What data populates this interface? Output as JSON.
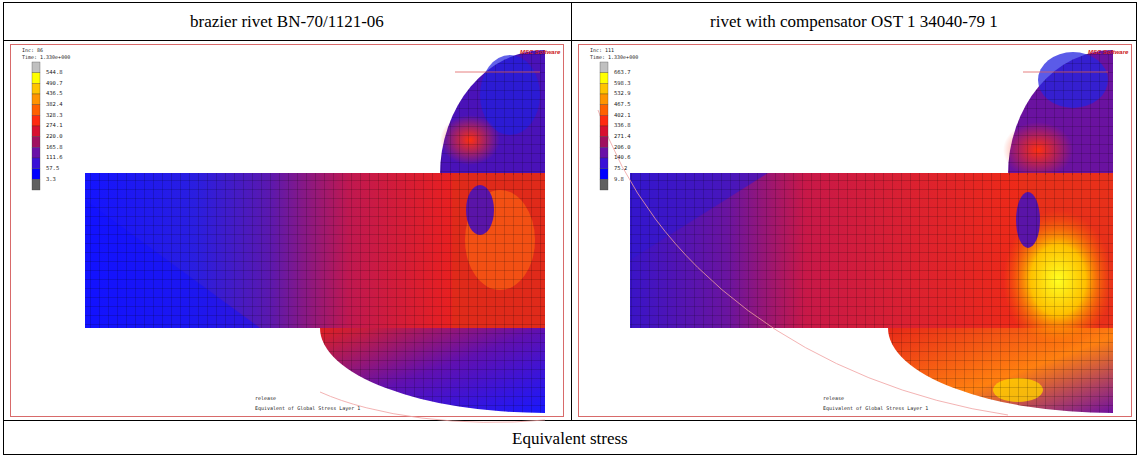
{
  "diagram": {
    "caption": "Equivalent stress",
    "labels": [
      "brazier rivet BN-70/1121-06",
      "rivet with compensator OST 1 34040-79 1",
      "Inc: 86",
      "Time: 1.330e+000",
      "MSC Software",
      "544.8",
      "490.7",
      "436.5",
      "382.4",
      "328.3",
      "274.1",
      "220.0",
      "165.8",
      "111.6",
      "57.5",
      "3.3",
      "release",
      "Equivalent of Global Stress Layer 1",
      "Inc: 111",
      "Time: 1.330e+000",
      "MSC Software",
      "663.7",
      "598.3",
      "532.9",
      "467.5",
      "402.1",
      "336.8",
      "271.4",
      "206.0",
      "140.6",
      "75.2",
      "9.8",
      "release",
      "Equivalent of Global Stress Layer 1"
    ]
  }
}
